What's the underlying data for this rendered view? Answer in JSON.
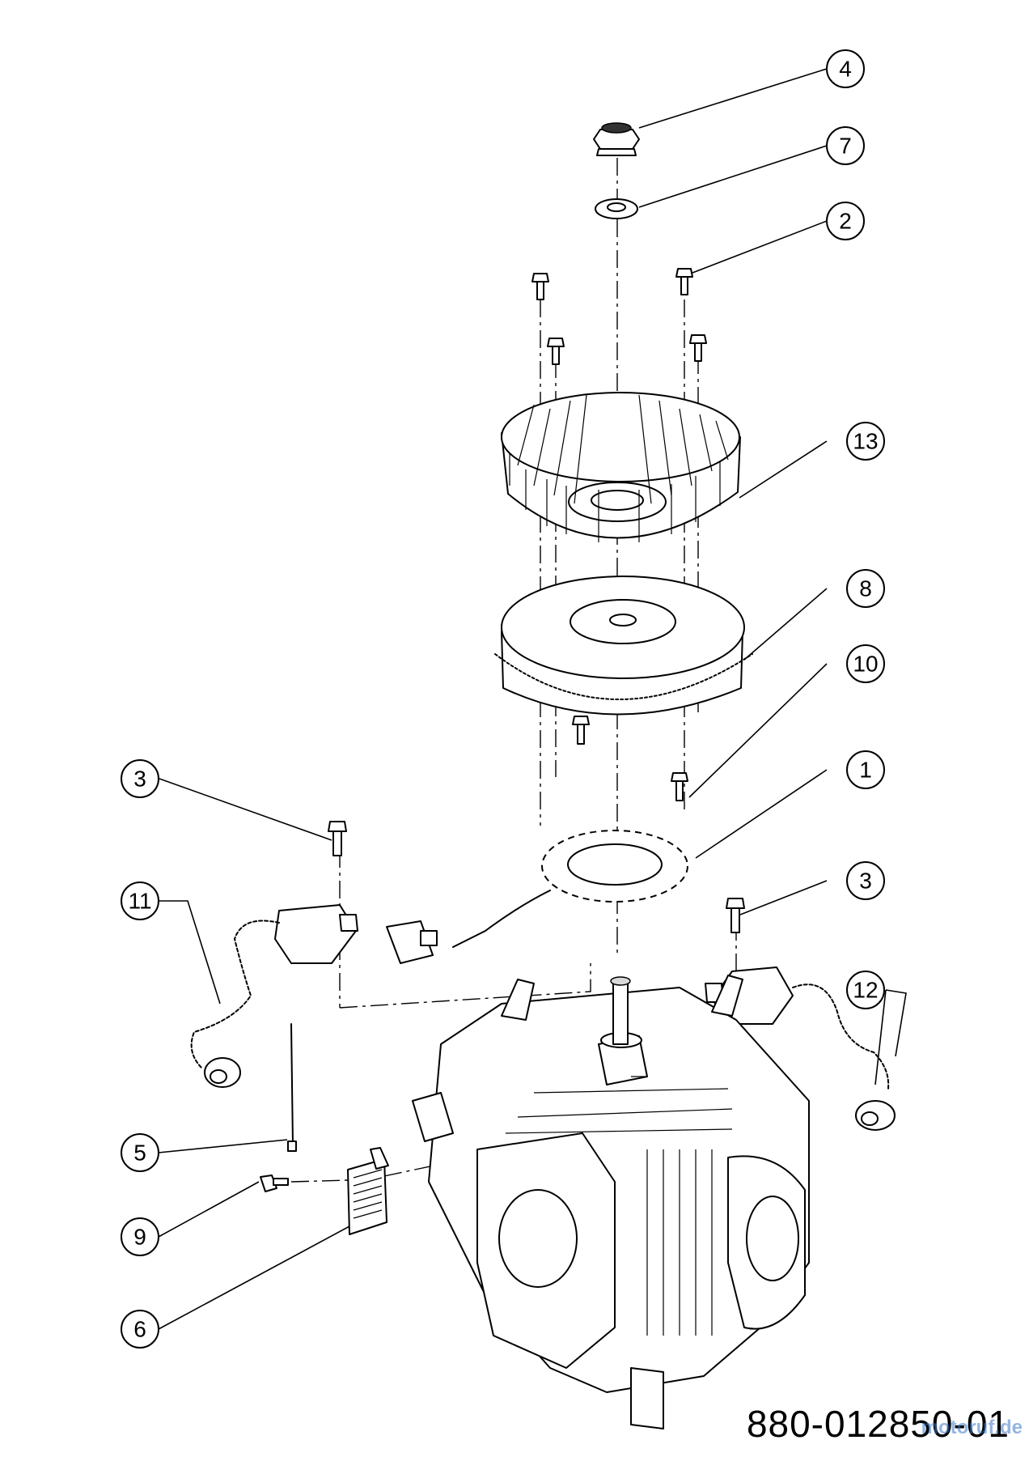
{
  "drawing_number": "880-012850-01",
  "watermark": "motoruf.de",
  "callouts": [
    {
      "id": "c4",
      "label": "4"
    },
    {
      "id": "c7",
      "label": "7"
    },
    {
      "id": "c2",
      "label": "2"
    },
    {
      "id": "c13",
      "label": "13"
    },
    {
      "id": "c8",
      "label": "8"
    },
    {
      "id": "c10",
      "label": "10"
    },
    {
      "id": "c1",
      "label": "1"
    },
    {
      "id": "c3a",
      "label": "3"
    },
    {
      "id": "c3b",
      "label": "3"
    },
    {
      "id": "c11",
      "label": "11"
    },
    {
      "id": "c12",
      "label": "12"
    },
    {
      "id": "c5",
      "label": "5"
    },
    {
      "id": "c9",
      "label": "9"
    },
    {
      "id": "c6",
      "label": "6"
    }
  ]
}
